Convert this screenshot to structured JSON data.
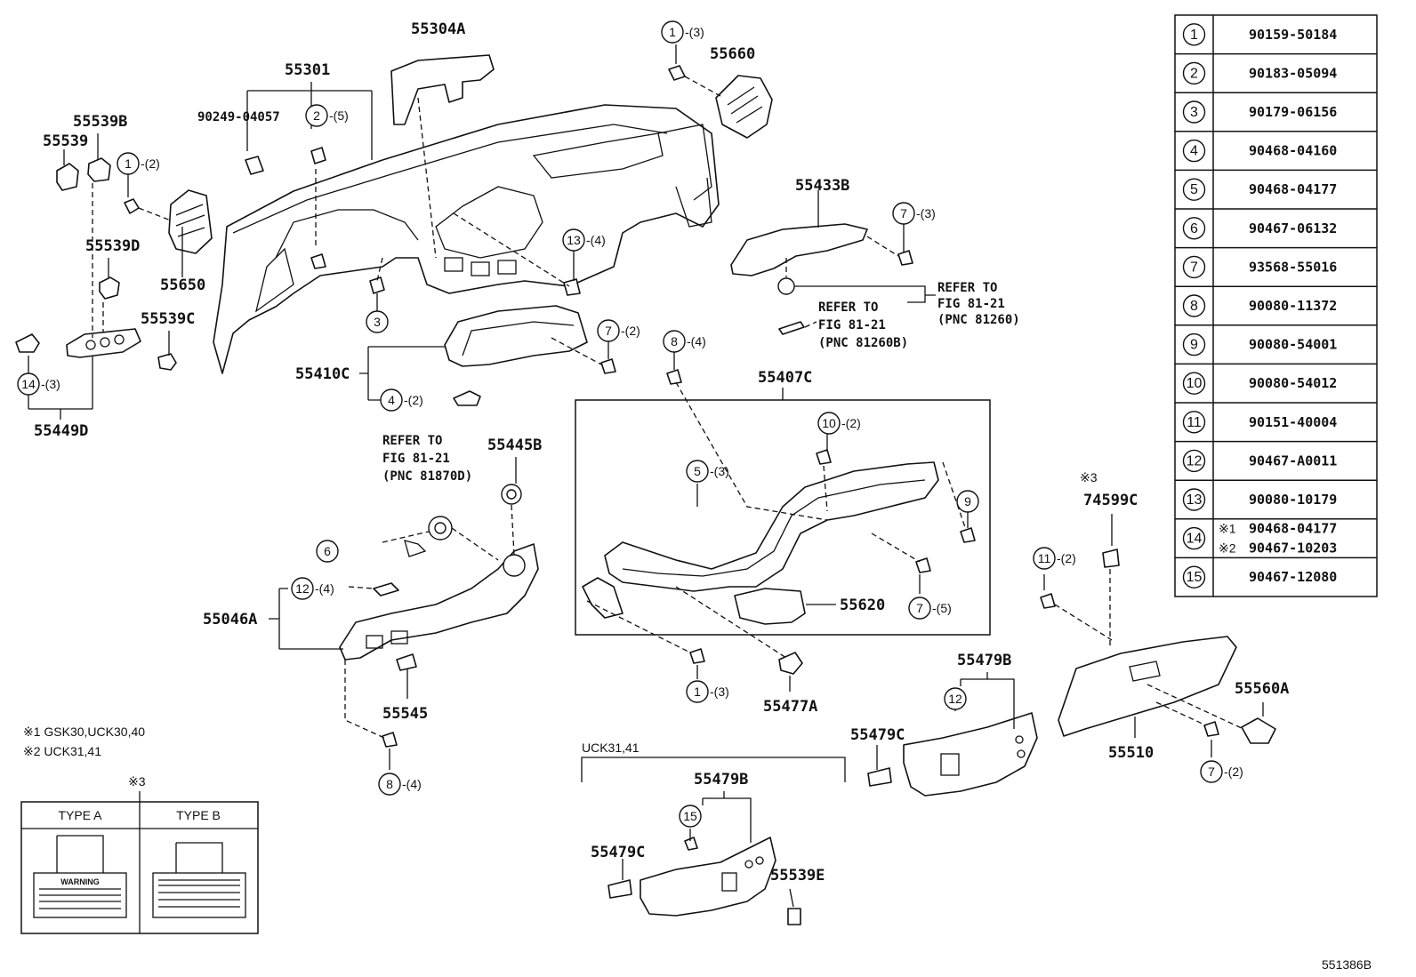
{
  "diagram_id": "551386B",
  "part_labels": {
    "p55304A": "55304A",
    "p55301": "55301",
    "p90249": "90249-04057",
    "p55660": "55660",
    "p55539B": "55539B",
    "p55539": "55539",
    "p55539D": "55539D",
    "p55650": "55650",
    "p55539C": "55539C",
    "p55449D": "55449D",
    "p55433B": "55433B",
    "p55410C": "55410C",
    "p55407C": "55407C",
    "p55445B": "55445B",
    "p55046A": "55046A",
    "p55545": "55545",
    "p55620": "55620",
    "p55477A": "55477A",
    "p74599C": "74599C",
    "p55479B_a": "55479B",
    "p55479C_a": "55479C",
    "p55510": "55510",
    "p55560A": "55560A",
    "p55479B_b": "55479B",
    "p55479C_b": "55479C",
    "p55539E": "55539E"
  },
  "refs": {
    "ref1_l1": "REFER TO",
    "ref1_l2": "FIG 81-21",
    "ref1_l3": "(PNC 81260)",
    "ref2_l1": "REFER TO",
    "ref2_l2": "FIG 81-21",
    "ref2_l3": "(PNC 81260B)",
    "ref3_l1": "REFER TO",
    "ref3_l2": "FIG 81-21",
    "ref3_l3": "(PNC 81870D)"
  },
  "callouts": {
    "c1": {
      "num": "1",
      "qty": "-(3)"
    },
    "c2": {
      "num": "2",
      "qty": "-(5)"
    },
    "c3": {
      "num": "1",
      "qty": "-(2)"
    },
    "c4": {
      "num": "3",
      "qty": ""
    },
    "c5": {
      "num": "13",
      "qty": "-(4)"
    },
    "c6": {
      "num": "7",
      "qty": "-(3)"
    },
    "c7": {
      "num": "14",
      "qty": "-(3)"
    },
    "c8": {
      "num": "7",
      "qty": "-(2)"
    },
    "c9": {
      "num": "8",
      "qty": "-(4)"
    },
    "c10": {
      "num": "4",
      "qty": "-(2)"
    },
    "c11": {
      "num": "10",
      "qty": "-(2)"
    },
    "c12": {
      "num": "5",
      "qty": "-(3)"
    },
    "c13": {
      "num": "9",
      "qty": ""
    },
    "c14": {
      "num": "6",
      "qty": ""
    },
    "c15": {
      "num": "12",
      "qty": "-(4)"
    },
    "c16": {
      "num": "7",
      "qty": "-(5)"
    },
    "c17": {
      "num": "11",
      "qty": "-(2)"
    },
    "c18": {
      "num": "1",
      "qty": "-(3)"
    },
    "c19": {
      "num": "12",
      "qty": ""
    },
    "c20": {
      "num": "8",
      "qty": "-(4)"
    },
    "c21": {
      "num": "7",
      "qty": "-(2)"
    },
    "c22": {
      "num": "15",
      "qty": ""
    }
  },
  "notes": {
    "star3_top": "※3",
    "model1": "※1 GSK30,UCK30,40",
    "model2": "※2 UCK31,41",
    "uck_group": "UCK31,41",
    "star3_box": "※3",
    "type_a": "TYPE A",
    "type_b": "TYPE B",
    "warning": "WARNING"
  },
  "parts_table": [
    {
      "ref": "1",
      "part": "90159-50184"
    },
    {
      "ref": "2",
      "part": "90183-05094"
    },
    {
      "ref": "3",
      "part": "90179-06156"
    },
    {
      "ref": "4",
      "part": "90468-04160"
    },
    {
      "ref": "5",
      "part": "90468-04177"
    },
    {
      "ref": "6",
      "part": "90467-06132"
    },
    {
      "ref": "7",
      "part": "93568-55016"
    },
    {
      "ref": "8",
      "part": "90080-11372"
    },
    {
      "ref": "9",
      "part": "90080-54001"
    },
    {
      "ref": "10",
      "part": "90080-54012"
    },
    {
      "ref": "11",
      "part": "90151-40004"
    },
    {
      "ref": "12",
      "part": "90467-A0011"
    },
    {
      "ref": "13",
      "part": "90080-10179"
    },
    {
      "ref": "14",
      "part": "",
      "variants": [
        {
          "mark": "※1",
          "part": "90468-04177"
        },
        {
          "mark": "※2",
          "part": "90467-10203"
        }
      ]
    },
    {
      "ref": "15",
      "part": "90467-12080"
    }
  ]
}
